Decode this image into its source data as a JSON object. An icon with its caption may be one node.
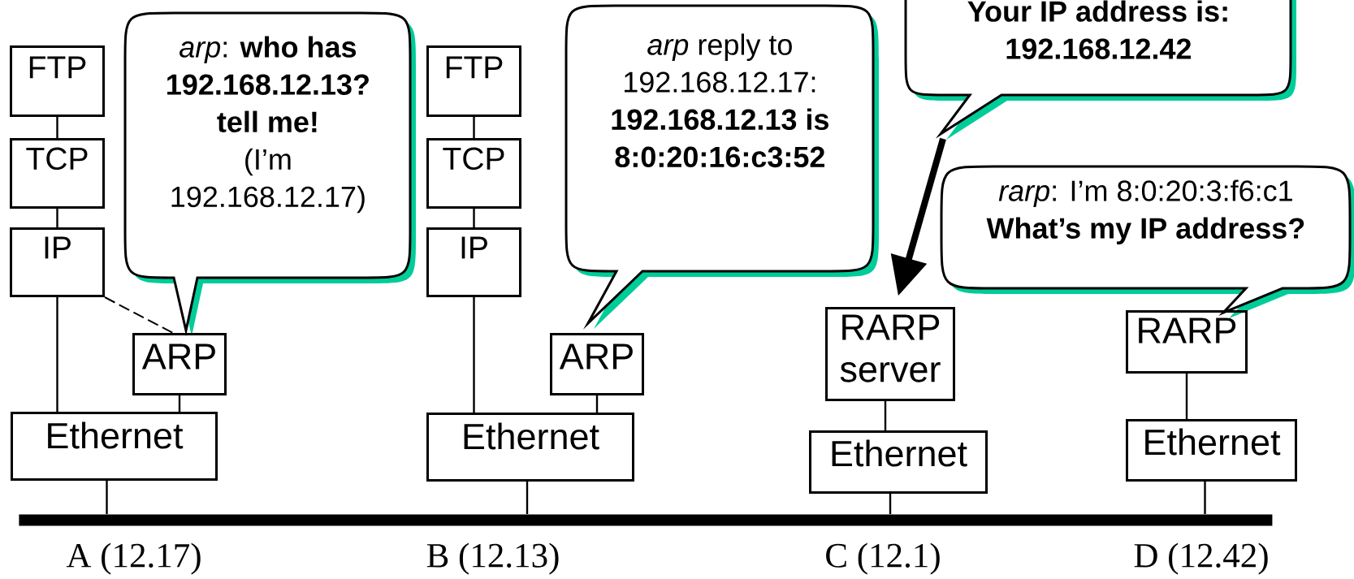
{
  "diagram": {
    "nodes": [
      {
        "text": [
          "FTP"
        ]
      },
      {
        "text": [
          "TCP"
        ]
      },
      {
        "text": [
          "IP"
        ]
      },
      {
        "text": [
          "*arp*: **who has 192.168.12.13? tell me!**",
          "(I’m 192.168.12.17)"
        ]
      },
      {
        "text": [
          "ARP"
        ]
      },
      {
        "text": [
          "Ethernet"
        ]
      },
      {
        "text": [
          "FTP"
        ]
      },
      {
        "text": [
          "TCP"
        ]
      },
      {
        "text": [
          "IP"
        ]
      },
      {
        "text": [
          "*arp* reply to 192.168.12.17:",
          "192.168.12.13 is 8:0:20:16:c3:52"
        ]
      },
      {
        "text": [
          "ARP"
        ]
      },
      {
        "text": [
          "Ethernet"
        ]
      },
      {
        "text": [
          "Your IP address is: 192.168.12.42"
        ]
      },
      {
        "text": [
          "RARP server"
        ]
      },
      {
        "text": [
          "Ethernet"
        ]
      },
      {
        "text": [
          "*rarp*: I’m 8:0:20:3:f6:c1",
          "What’s my IP address?"
        ]
      },
      {
        "text": [
          "RARP"
        ]
      },
      {
        "text": [
          "Ethernet"
        ]
      },
      {
        "text": [],
        "shape": "bar"
      }
    ],
    "edges": [
      {
        "from": 0,
        "to": 1,
        "arrow": "none"
      },
      {
        "from": 1,
        "to": 2,
        "arrow": "none"
      },
      {
        "from": 2,
        "to": 5,
        "arrow": "none"
      },
      {
        "from": 4,
        "to": 5,
        "arrow": "none"
      },
      {
        "from": 2,
        "to": 4,
        "arrow": "none",
        "style": "dashed"
      },
      {
        "from": 5,
        "to": 18,
        "arrow": "none"
      },
      {
        "from": 6,
        "to": 7,
        "arrow": "none"
      },
      {
        "from": 7,
        "to": 8,
        "arrow": "none"
      },
      {
        "from": 8,
        "to": 11,
        "arrow": "none"
      },
      {
        "from": 10,
        "to": 11,
        "arrow": "none"
      },
      {
        "from": 11,
        "to": 18,
        "arrow": "none"
      },
      {
        "from": 12,
        "to": 13,
        "arrow": "to",
        "style": "thick"
      },
      {
        "from": 13,
        "to": 14,
        "arrow": "none"
      },
      {
        "from": 14,
        "to": 18,
        "arrow": "none"
      },
      {
        "from": 16,
        "to": 17,
        "arrow": "none"
      },
      {
        "from": 17,
        "to": 18,
        "arrow": "none"
      }
    ],
    "labels": [
      "A (12.17)",
      "B (12.13)",
      "C (12.1)",
      "D (12.42)"
    ]
  }
}
